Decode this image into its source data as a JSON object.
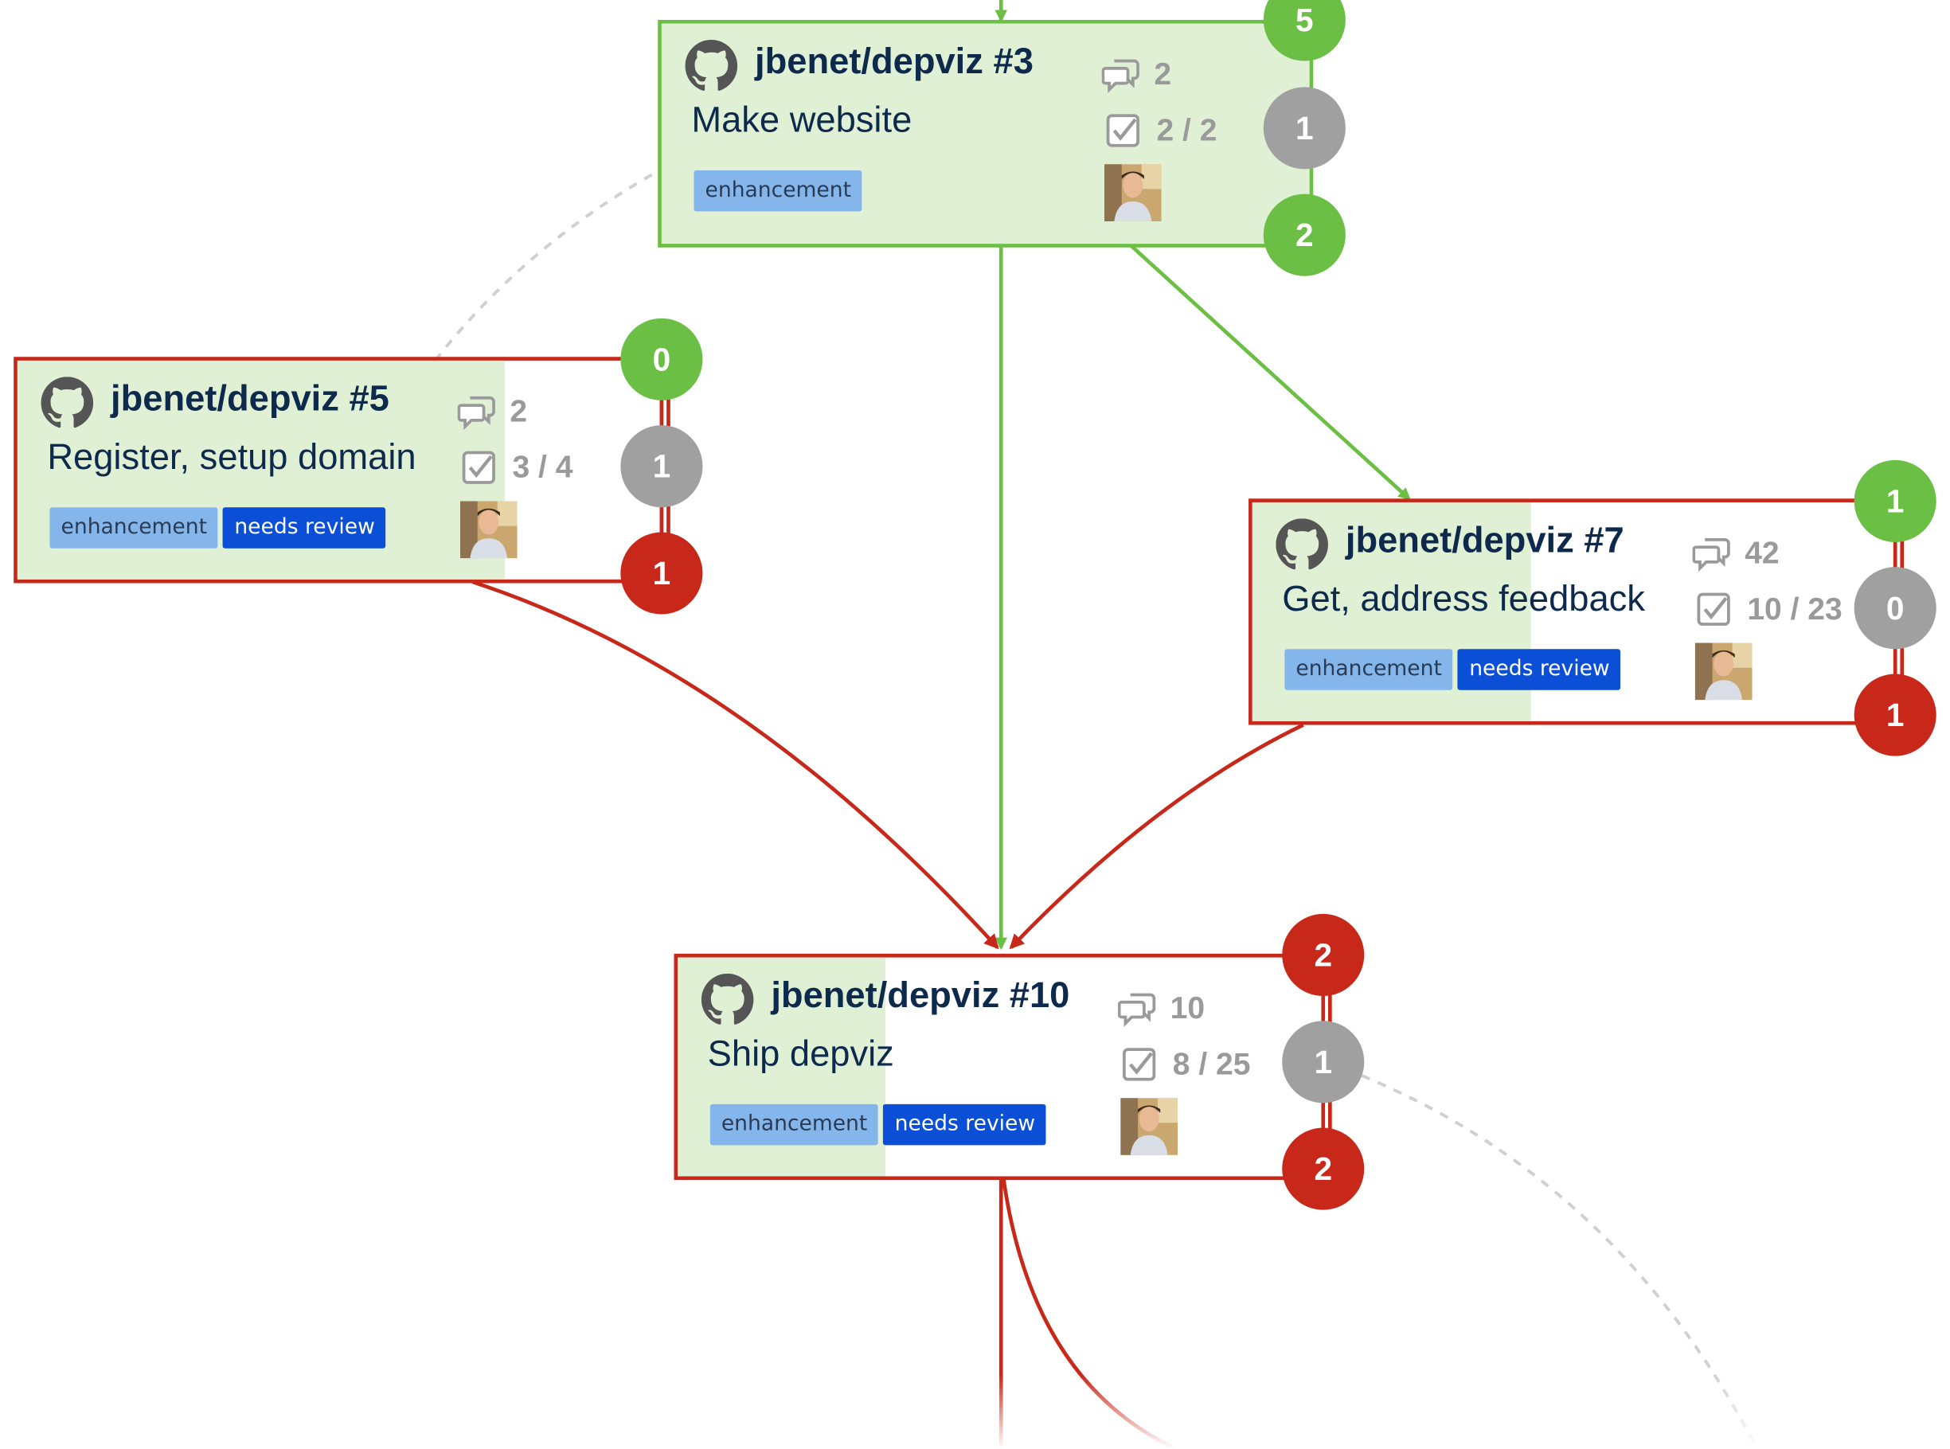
{
  "issues": [
    {
      "id": "issue-3",
      "repo": "jbenet/depviz #3",
      "title": "Make website",
      "comments": "2",
      "tasks": "2 / 2",
      "progress": 1.0,
      "status": "ok",
      "labels": [
        {
          "text": "enhancement",
          "kind": "enh"
        }
      ],
      "badges": {
        "top": "5",
        "middle": "1",
        "bottom": "2"
      },
      "badge_colors": {
        "top": "green",
        "middle": "gray",
        "bottom": "green"
      }
    },
    {
      "id": "issue-5",
      "repo": "jbenet/depviz #5",
      "title": "Register, setup domain",
      "comments": "2",
      "tasks": "3 / 4",
      "progress": 0.75,
      "status": "bad",
      "labels": [
        {
          "text": "enhancement",
          "kind": "enh"
        },
        {
          "text": "needs review",
          "kind": "rev"
        }
      ],
      "badges": {
        "top": "0",
        "middle": "1",
        "bottom": "1"
      },
      "badge_colors": {
        "top": "green",
        "middle": "gray",
        "bottom": "red"
      }
    },
    {
      "id": "issue-7",
      "repo": "jbenet/depviz #7",
      "title": "Get, address feedback",
      "comments": "42",
      "tasks": "10 / 23",
      "progress": 0.43,
      "status": "bad",
      "labels": [
        {
          "text": "enhancement",
          "kind": "enh"
        },
        {
          "text": "needs review",
          "kind": "rev"
        }
      ],
      "badges": {
        "top": "1",
        "middle": "0",
        "bottom": "1"
      },
      "badge_colors": {
        "top": "green",
        "middle": "gray",
        "bottom": "red"
      }
    },
    {
      "id": "issue-10",
      "repo": "jbenet/depviz #10",
      "title": "Ship depviz",
      "comments": "10",
      "tasks": "8 / 25",
      "progress": 0.32,
      "status": "bad",
      "labels": [
        {
          "text": "enhancement",
          "kind": "enh"
        },
        {
          "text": "needs review",
          "kind": "rev"
        }
      ],
      "badges": {
        "top": "2",
        "middle": "1",
        "bottom": "2"
      },
      "badge_colors": {
        "top": "red",
        "middle": "gray",
        "bottom": "red"
      }
    }
  ],
  "dependencies": [
    {
      "from": "issue-3",
      "to": "issue-10",
      "color": "green"
    },
    {
      "from": "issue-3",
      "to": "issue-7",
      "color": "green"
    },
    {
      "from": "issue-5",
      "to": "issue-10",
      "color": "red"
    },
    {
      "from": "issue-7",
      "to": "issue-10",
      "color": "red"
    }
  ],
  "colors": {
    "green": "#6cbf45",
    "red": "#c8281a",
    "gray": "#a0a0a0",
    "progress_fill": "#e0f0d5",
    "title_text": "#0d2a4d",
    "label_enhancement": "#84b6eb",
    "label_needs_review": "#0a4fd6"
  },
  "icons": {
    "repo": "github-octocat-icon",
    "comments": "comment-bubbles-icon",
    "tasks": "checkbox-checked-icon",
    "assignee": "avatar"
  }
}
